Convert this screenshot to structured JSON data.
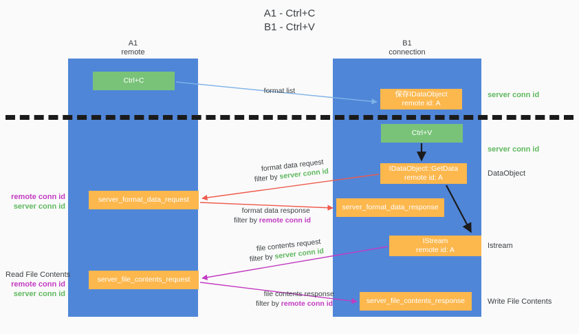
{
  "title": "A1 - Ctrl+C\nB1 - Ctrl+V",
  "colors": {
    "lane": "#5086d8",
    "green_node": "#79c379",
    "orange_node": "#fcb74d",
    "green_text": "#5fb85f",
    "purple_text": "#c23ac2",
    "dark_text": "#3c4043",
    "background": "#fafafa",
    "arrow_blue": "#7fb3e8",
    "arrow_red": "#ef5a4c",
    "arrow_magenta": "#c23ac2",
    "arrow_black": "#1b1b1b",
    "divider": "#1b1b1b"
  },
  "lanes": [
    {
      "id": "a1",
      "title": "A1",
      "subtitle": "remote"
    },
    {
      "id": "b1",
      "title": "B1",
      "subtitle": "connection"
    }
  ],
  "nodes": [
    {
      "id": "ctrl-c",
      "line1": "Ctrl+C",
      "line2": "",
      "style": "green"
    },
    {
      "id": "save-idataobject",
      "line1": "保存IDataObject",
      "line2": "remote id: A",
      "style": "orange"
    },
    {
      "id": "ctrl-v",
      "line1": "Ctrl+V",
      "line2": "",
      "style": "green"
    },
    {
      "id": "idataobject-getdata",
      "line1": "IDataObject::GetData",
      "line2": "remote id: A",
      "style": "orange"
    },
    {
      "id": "server-format-data-request",
      "line1": "server_format_data_request",
      "line2": "",
      "style": "orange"
    },
    {
      "id": "server-format-data-response",
      "line1": "server_format_data_response",
      "line2": "",
      "style": "orange"
    },
    {
      "id": "istream",
      "line1": "IStream",
      "line2": "remote id: A",
      "style": "orange"
    },
    {
      "id": "server-file-contents-request",
      "line1": "server_file_contents_request",
      "line2": "",
      "style": "orange"
    },
    {
      "id": "server-file-contents-response",
      "line1": "server_file_contents_response",
      "line2": "",
      "style": "orange"
    }
  ],
  "right_annotations": [
    {
      "id": "server-conn-id-top",
      "text": "server conn id",
      "style": "green"
    },
    {
      "id": "server-conn-id-mid",
      "text": "server conn id",
      "style": "green"
    },
    {
      "id": "dataobject",
      "text": "DataObject",
      "style": "dark"
    },
    {
      "id": "istream",
      "text": "Istream",
      "style": "dark"
    },
    {
      "id": "write-file-contents",
      "text": "Write File Contents",
      "style": "dark"
    }
  ],
  "left_annotations": [
    {
      "id": "format-data-conn-ids",
      "lines": [
        {
          "text": "remote conn id",
          "style": "purple"
        },
        {
          "text": "server conn id",
          "style": "green"
        }
      ]
    },
    {
      "id": "read-file-contents",
      "lines": [
        {
          "text": "Read File Contents",
          "style": "dark"
        },
        {
          "text": "remote conn id",
          "style": "purple"
        },
        {
          "text": "server conn id",
          "style": "green"
        }
      ]
    }
  ],
  "edges": [
    {
      "id": "format-list",
      "label": "format list",
      "filter_prefix": "",
      "filter_value": "",
      "filter_style": "",
      "color": "#7fb3e8",
      "from": "ctrl-c",
      "to": "save-idataobject"
    },
    {
      "id": "format-data-request",
      "label": "format data request",
      "filter_prefix": "filter by ",
      "filter_value": "server conn id",
      "filter_style": "green",
      "color": "#ef5a4c",
      "from": "idataobject-getdata",
      "to": "server-format-data-request"
    },
    {
      "id": "format-data-response",
      "label": "format data response",
      "filter_prefix": "filter by ",
      "filter_value": "remote conn id",
      "filter_style": "purple",
      "color": "#ef5a4c",
      "from": "server-format-data-request",
      "to": "server-format-data-response"
    },
    {
      "id": "file-contents-request",
      "label": "file contents request",
      "filter_prefix": "filter by ",
      "filter_value": "server conn id",
      "filter_style": "green",
      "color": "#c23ac2",
      "from": "istream",
      "to": "server-file-contents-request"
    },
    {
      "id": "file-contents-response",
      "label": "file contents response",
      "filter_prefix": "filter by ",
      "filter_value": "remote conn id",
      "filter_style": "purple",
      "color": "#c23ac2",
      "from": "server-file-contents-request",
      "to": "server-file-contents-response"
    }
  ]
}
